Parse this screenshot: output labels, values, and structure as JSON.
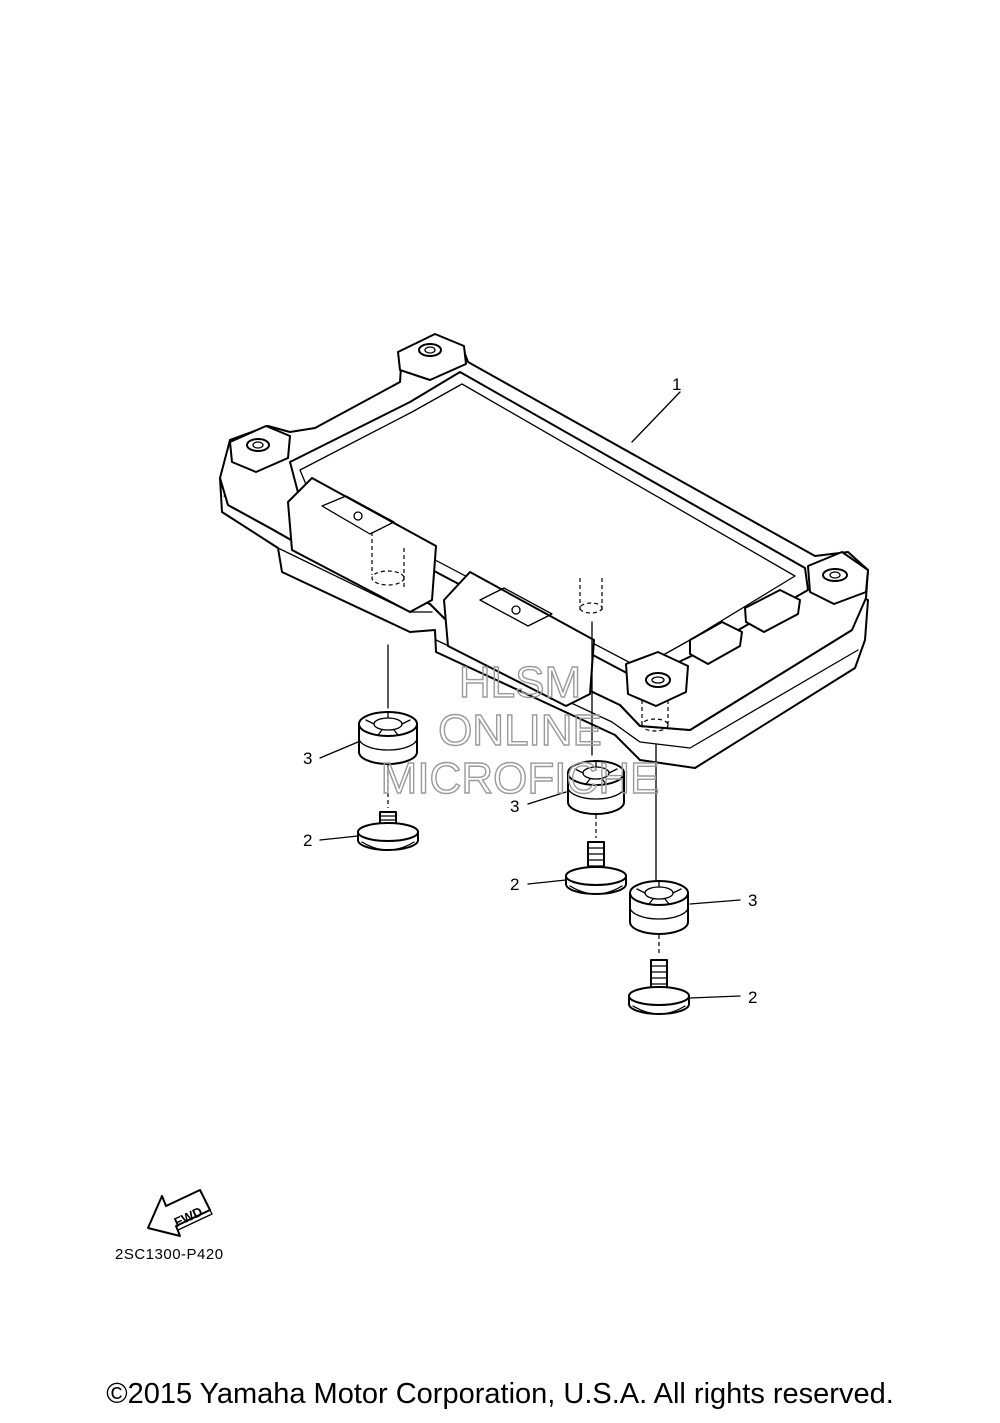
{
  "diagram": {
    "callouts": [
      {
        "id": "callout-1",
        "label": "1"
      },
      {
        "id": "callout-2a",
        "label": "2"
      },
      {
        "id": "callout-2b",
        "label": "2"
      },
      {
        "id": "callout-2c",
        "label": "2"
      },
      {
        "id": "callout-3a",
        "label": "3"
      },
      {
        "id": "callout-3b",
        "label": "3"
      },
      {
        "id": "callout-3c",
        "label": "3"
      }
    ],
    "fwd_label": "FWD",
    "reference_code": "2SC1300-P420",
    "watermark": {
      "line1": "HLSM",
      "line2": "ONLINE",
      "line3": "MICROFICHE"
    }
  },
  "footer": {
    "copyright": "©2015 Yamaha Motor Corporation, U.S.A. All rights reserved."
  }
}
